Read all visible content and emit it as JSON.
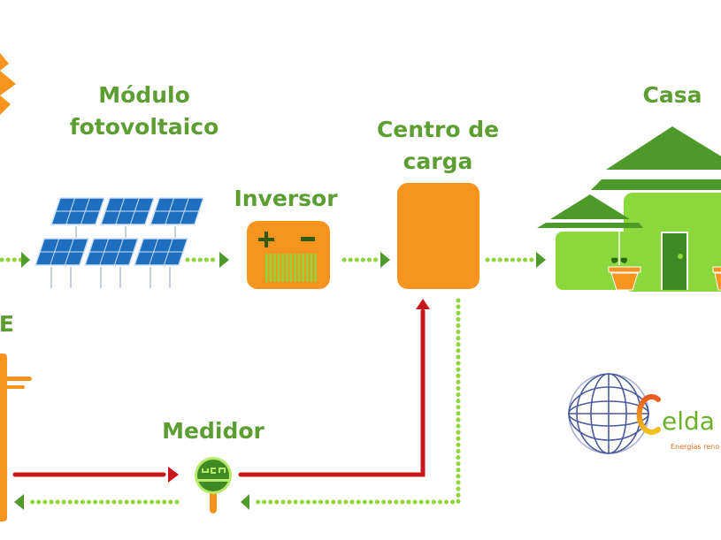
{
  "labels": {
    "module_line1": "Módulo",
    "module_line2": "fotovoltaico",
    "inverter": "Inversor",
    "load_center_line1": "Centro de",
    "load_center_line2": "carga",
    "house": "Casa",
    "meter": "Medidor",
    "utility": "CFE"
  },
  "logo": {
    "name": "Celda",
    "tagline": "Energías reno"
  },
  "colors": {
    "label_green": "#5c9e31",
    "flow_green": "#8fd63a",
    "arrow_green": "#4e9a2a",
    "red_flow": "#c8161d",
    "orange": "#f7941d",
    "house_light": "#8bd83c",
    "house_dark": "#4d9a2a",
    "panel_blue": "#1f6fc0"
  }
}
